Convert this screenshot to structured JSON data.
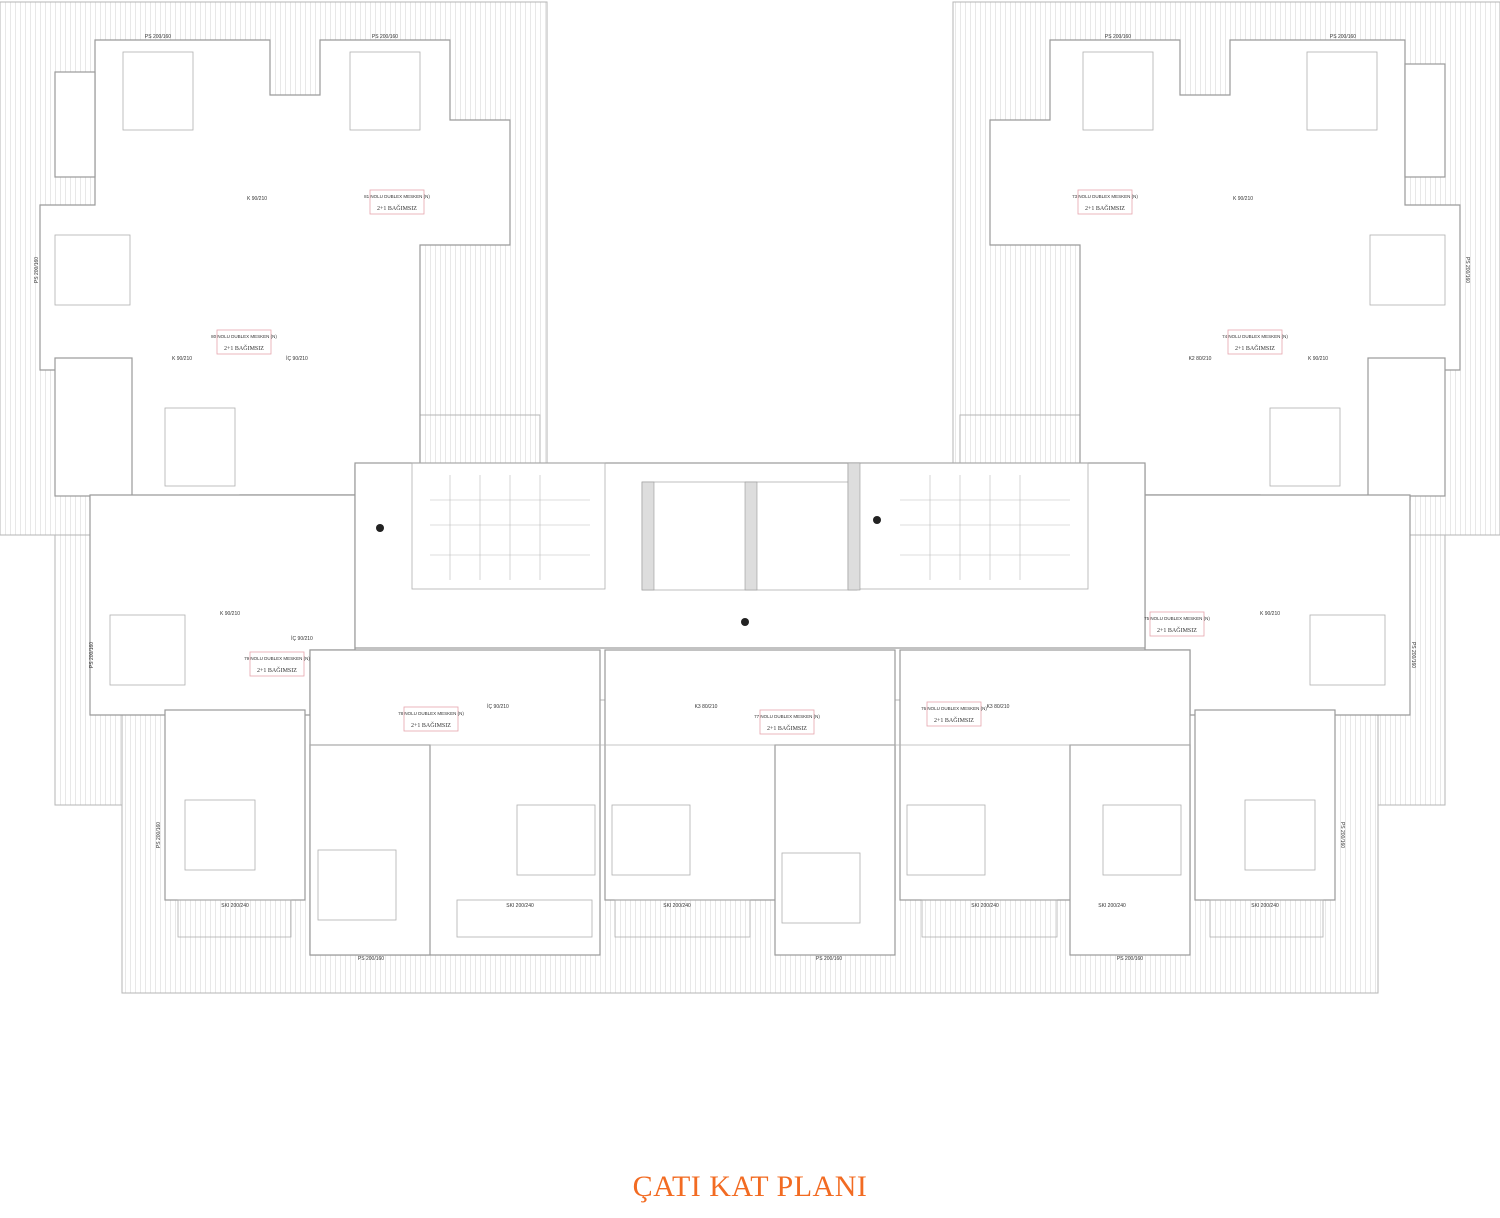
{
  "title": "ÇATI KAT PLANI",
  "colors": {
    "title": "#f26b22",
    "walls": "#9a9a9a",
    "unit_label_border": "#e7a5ac"
  },
  "units": [
    {
      "name": "81 NOLU DUBLEX MESKEN (N)",
      "type": "2+1 BAĞIMSIZ"
    },
    {
      "name": "80 NOLU DUBLEX MESKEN (N)",
      "type": "2+1 BAĞIMSIZ"
    },
    {
      "name": "79 NOLU DUBLEX MESKEN (N)",
      "type": "2+1 BAĞIMSIZ"
    },
    {
      "name": "78 NOLU DUBLEX MESKEN (N)",
      "type": "2+1 BAĞIMSIZ"
    },
    {
      "name": "77 NOLU DUBLEX MESKEN (N)",
      "type": "2+1 BAĞIMSIZ"
    },
    {
      "name": "76 NOLU DUBLEX MESKEN (N)",
      "type": "2+1 BAĞIMSIZ"
    },
    {
      "name": "75 NOLU DUBLEX MESKEN (N)",
      "type": "2+1 BAĞIMSIZ"
    },
    {
      "name": "74 NOLU DUBLEX MESKEN (N)",
      "type": "2+1 BAĞIMSIZ"
    },
    {
      "name": "73 NOLU DUBLEX MESKEN (N)",
      "type": "2+1 BAĞIMSIZ"
    }
  ],
  "windows": {
    "ps": "PS 200/160",
    "ski": "SKI 200/240"
  },
  "doors": {
    "k": "K 90/210",
    "kb": "K3 80/210",
    "kc": "K2 80/210",
    "ic": "İÇ 90/210"
  }
}
